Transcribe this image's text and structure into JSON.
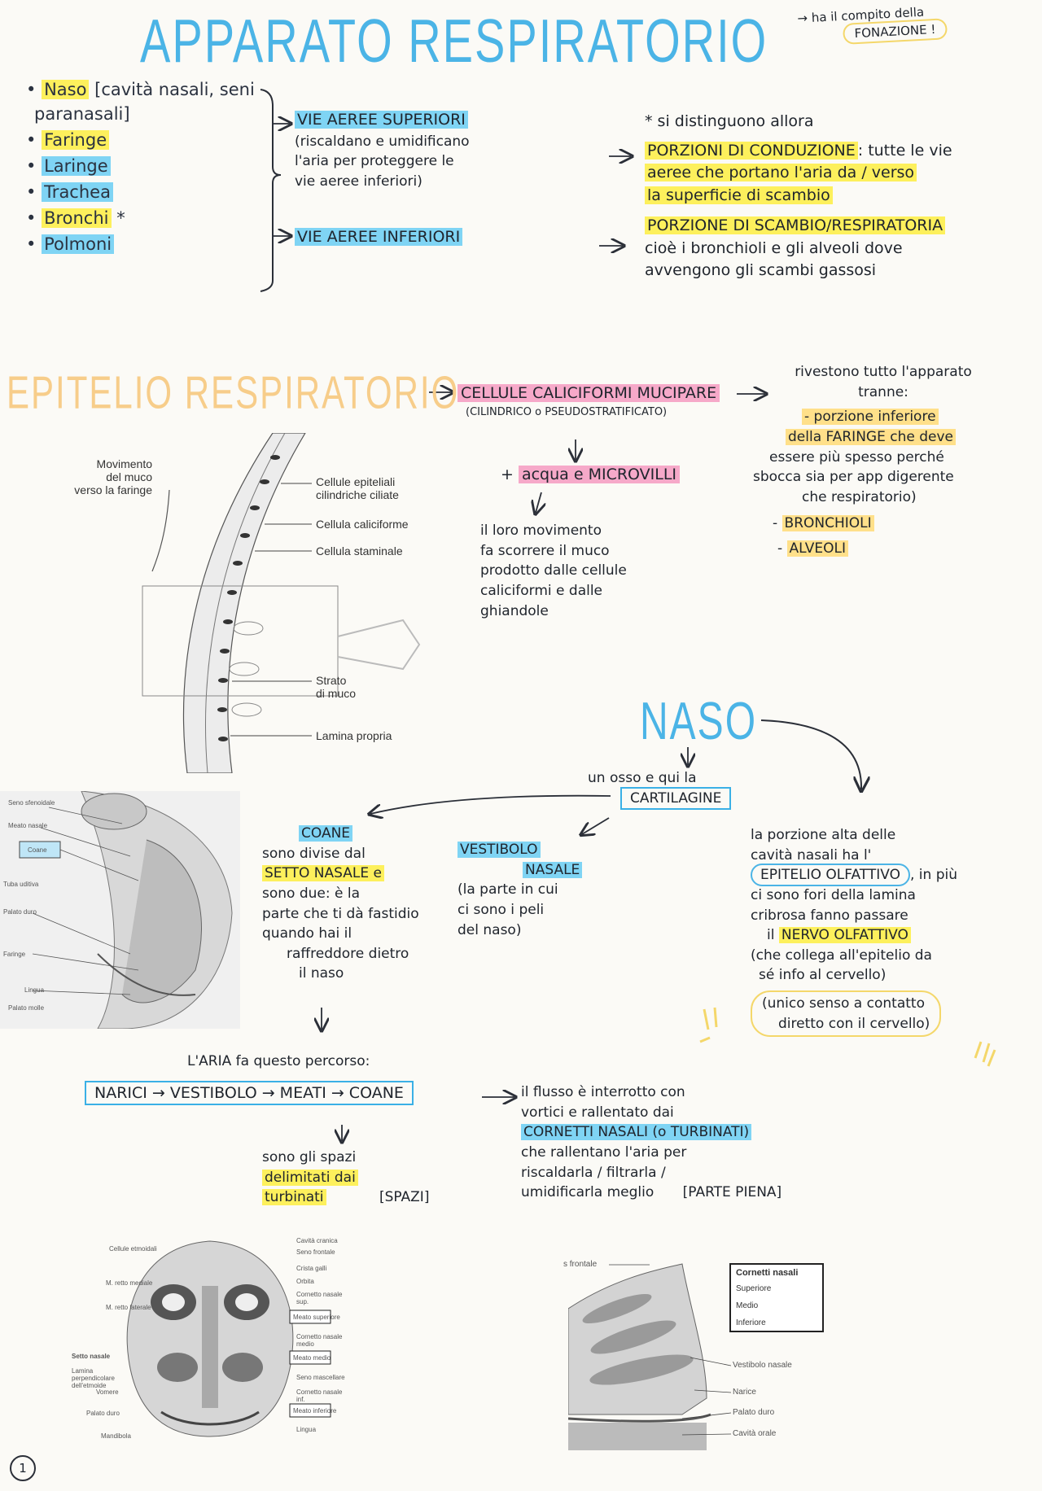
{
  "header": {
    "title": "APPARATO   RESPIRATORIO",
    "arrow_note_line1": "→ ha il compito della",
    "arrow_note_line2": "FONAZIONE !"
  },
  "organs": [
    {
      "label": "Naso",
      "extra": "[cavità nasali, seni"
    },
    {
      "label": "paranasali]",
      "extra": ""
    },
    {
      "label": "Faringe",
      "extra": ""
    },
    {
      "label": "Laringe",
      "extra": ""
    },
    {
      "label": "Trachea",
      "extra": ""
    },
    {
      "label": "Bronchi",
      "extra": "*"
    },
    {
      "label": "Polmoni",
      "extra": ""
    }
  ],
  "airways": {
    "upper_label": "VIE AEREE SUPERIORI",
    "upper_desc_1": "(riscaldano e umidificano",
    "upper_desc_2": "l'aria per proteggere le",
    "upper_desc_3": "vie aeree inferiori)",
    "lower_label": "VIE AEREE INFERIORI"
  },
  "portions": {
    "intro": "* si distinguono allora",
    "conduction_label": "PORZIONI DI CONDUZIONE",
    "conduction_text_1": ": tutte le vie",
    "conduction_text_2": "aeree che portano l'aria da / verso",
    "conduction_text_3": "la superficie di scambio",
    "exchange_label": "PORZIONE DI SCAMBIO/RESPIRATORIA",
    "exchange_text_1": "cioè i bronchioli e gli alveoli dove",
    "exchange_text_2": "avvengono gli scambi gassosi"
  },
  "epithelium": {
    "title": "EPITELIO RESPIRATORIO",
    "cells_label": "CELLULE CALICIFORMI MUCIPARE",
    "cells_sub": "(CILINDRICO o PSEUDOSTRATIFICATO)",
    "water_label": "acqua e MICROVILLI",
    "movement_1": "il loro movimento",
    "movement_2": "fa scorrere il muco",
    "movement_3": "prodotto dalle cellule",
    "movement_4": "caliciformi e dalle",
    "movement_5": "ghiandole",
    "covers_1": "rivestono tutto l'apparato",
    "covers_2": "tranne:",
    "except_1": "- porzione inferiore",
    "except_2": "della FARINGE che deve",
    "except_3": "essere più spesso perché",
    "except_4": "sbocca sia per app digerente",
    "except_5": "che respiratorio)",
    "except_bronchioli": "BRONCHIOLI",
    "except_alveoli": "ALVEOLI"
  },
  "epi_figure": {
    "label_movement_1": "Movimento",
    "label_movement_2": "del muco",
    "label_movement_3": "verso la faringe",
    "label_ciliated_1": "Cellule epiteliali",
    "label_ciliated_2": "cilindriche ciliate",
    "label_goblet": "Cellula caliciforme",
    "label_stem": "Cellula staminale",
    "label_mucus_1": "Strato",
    "label_mucus_2": "di muco",
    "label_lamina": "Lamina propria"
  },
  "naso": {
    "title": "NASO",
    "under_1": "un osso e qui la",
    "cartilage": "CARTILAGINE",
    "coane_label": "COANE",
    "coane_1": "sono divise dal",
    "coane_2": "SETTO NASALE e",
    "coane_3": "sono due: è la",
    "coane_4": "parte che ti dà fastidio",
    "coane_5": "quando hai il",
    "coane_6": "raffreddore dietro",
    "coane_7": "il naso",
    "vestibolo_label_1": "VESTIBOLO",
    "vestibolo_label_2": "NASALE",
    "vestibolo_1": "(la parte in cui",
    "vestibolo_2": "ci sono i peli",
    "vestibolo_3": "del naso)",
    "portion_1": "la porzione alta delle",
    "portion_2": "cavità nasali ha l'",
    "olfactory_epi": "EPITELIO OLFATTIVO",
    "portion_3": ", in più",
    "portion_4": "ci sono fori della lamina",
    "portion_5": "cribrosa fanno passare",
    "nerve": "NERVO OLFATTIVO",
    "portion_6": "il",
    "portion_7": "(che collega all'epitelio da",
    "portion_8": "sé info al cervello)",
    "unique_1": "(unico senso a contatto",
    "unique_2": "diretto con il cervello)"
  },
  "path": {
    "intro": "L'ARIA fa questo percorso:",
    "flow": "NARICI → VESTIBOLO → MEATI → COANE",
    "meati_1": "sono gli spazi",
    "meati_2": "delimitati dai",
    "meati_3": "turbinati",
    "meati_tag": "[SPAZI]",
    "flow_note_1": "il flusso è interrotto con",
    "flow_note_2": "vortici e rallentato dai",
    "turbinates": "CORNETTI NASALI (o TURBINATI)",
    "flow_note_3": "che rallentano l'aria per",
    "flow_note_4": "riscaldarla / filtrarla /",
    "flow_note_5": "umidificarla meglio",
    "flow_tag": "[PARTE PIENA]"
  },
  "fig_sagittal": {
    "labels": [
      "Seno sfenoidale",
      "Meato nasale",
      "Coane",
      "Palato duro",
      "Lingua",
      "Palato molle",
      "Tuba uditiva",
      "Faringe"
    ]
  },
  "fig_coronal": {
    "left_labels": [
      "Cellule etmoidali",
      "M. retto mediale",
      "M. retto laterale",
      "Setto nasale",
      "Lamina perpendicolare dell'etmoide",
      "Vomere",
      "Palato duro",
      "Mandibola"
    ],
    "right_labels": [
      "Cavità cranica",
      "Seno frontale",
      "Crista galli",
      "Orbita",
      "Cornetto nasale sup.",
      "Meato superiore",
      "Cornetto nasale medio",
      "Meato medio",
      "Seno mascellare",
      "Cornetto nasale inf.",
      "Meato inferiore",
      "Lingua"
    ]
  },
  "fig_nasal": {
    "box_title": "Cornetti nasali",
    "box_items": [
      "Superiore",
      "Medio",
      "Inferiore"
    ],
    "top_label": "s frontale",
    "labels": [
      "Vestibolo nasale",
      "Narice",
      "Palato duro",
      "Cavità orale"
    ]
  },
  "page_number": "1"
}
